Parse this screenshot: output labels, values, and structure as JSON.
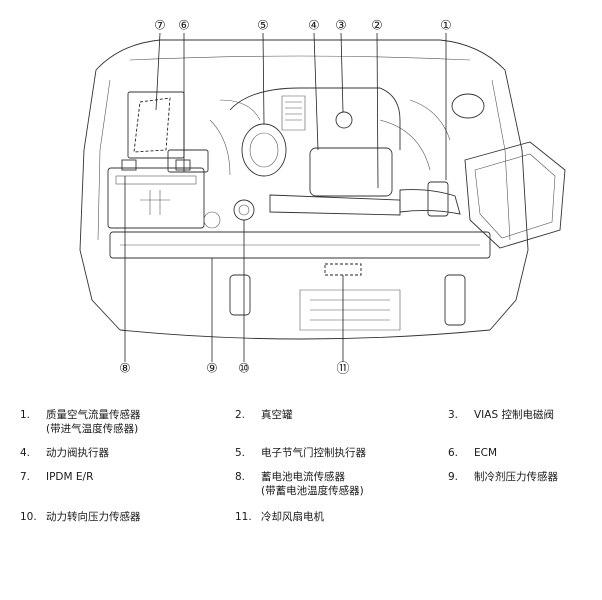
{
  "callouts": [
    "①",
    "②",
    "③",
    "④",
    "⑤",
    "⑥",
    "⑦",
    "⑧",
    "⑨",
    "⑩",
    "⑪"
  ],
  "legend": [
    {
      "num": "1.",
      "lines": [
        "质量空气流量传感器",
        "(带进气温度传感器)"
      ]
    },
    {
      "num": "2.",
      "lines": [
        "真空罐"
      ]
    },
    {
      "num": "3.",
      "lines": [
        "VIAS 控制电磁阀"
      ]
    },
    {
      "num": "4.",
      "lines": [
        "动力阀执行器"
      ]
    },
    {
      "num": "5.",
      "lines": [
        "电子节气门控制执行器"
      ]
    },
    {
      "num": "6.",
      "lines": [
        "ECM"
      ]
    },
    {
      "num": "7.",
      "lines": [
        "IPDM E/R"
      ]
    },
    {
      "num": "8.",
      "lines": [
        "蓄电池电流传感器",
        "(带蓄电池温度传感器)"
      ]
    },
    {
      "num": "9.",
      "lines": [
        "制冷剂压力传感器"
      ]
    },
    {
      "num": "10.",
      "lines": [
        "动力转向压力传感器"
      ]
    },
    {
      "num": "11.",
      "lines": [
        "冷却风扇电机"
      ]
    }
  ]
}
